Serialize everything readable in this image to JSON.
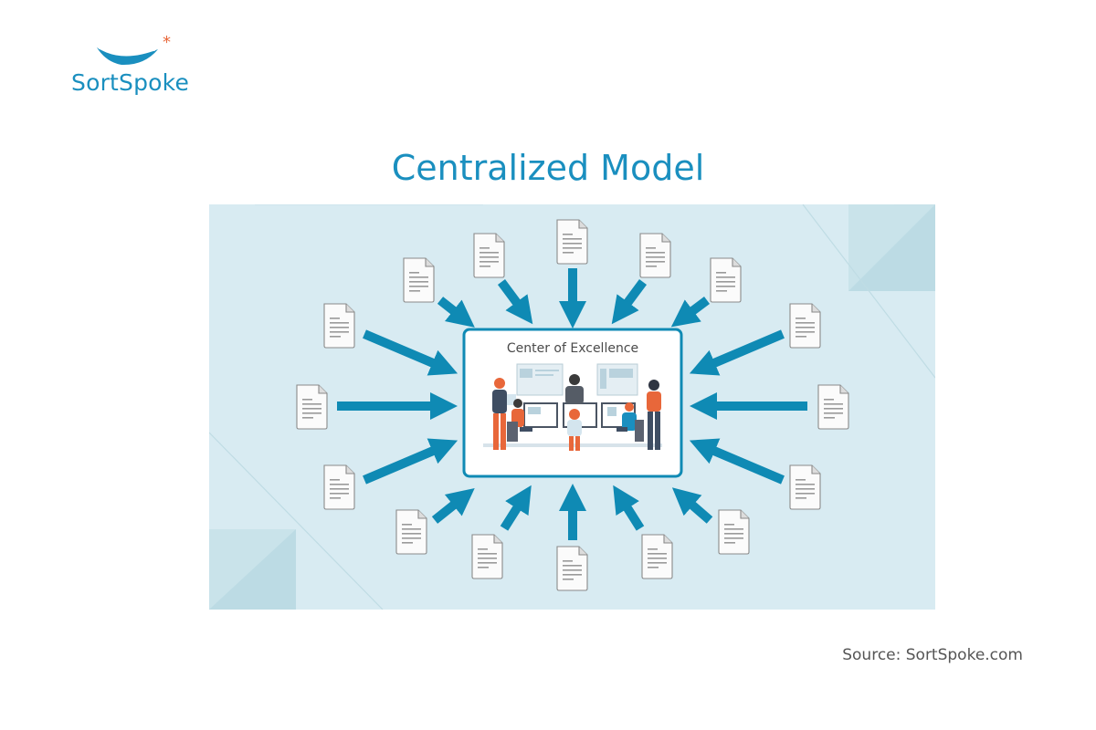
{
  "brand": {
    "name": "SortSpoke",
    "color": "#1a8fbf",
    "accent": "#e8673a"
  },
  "figure": {
    "title": "Centralized Model",
    "hub_label": "Center of Excellence",
    "document_count": 16,
    "arrow_color": "#0f8ab4",
    "background": "#d8ebf2"
  },
  "footer": {
    "source": "Source: SortSpoke.com"
  }
}
